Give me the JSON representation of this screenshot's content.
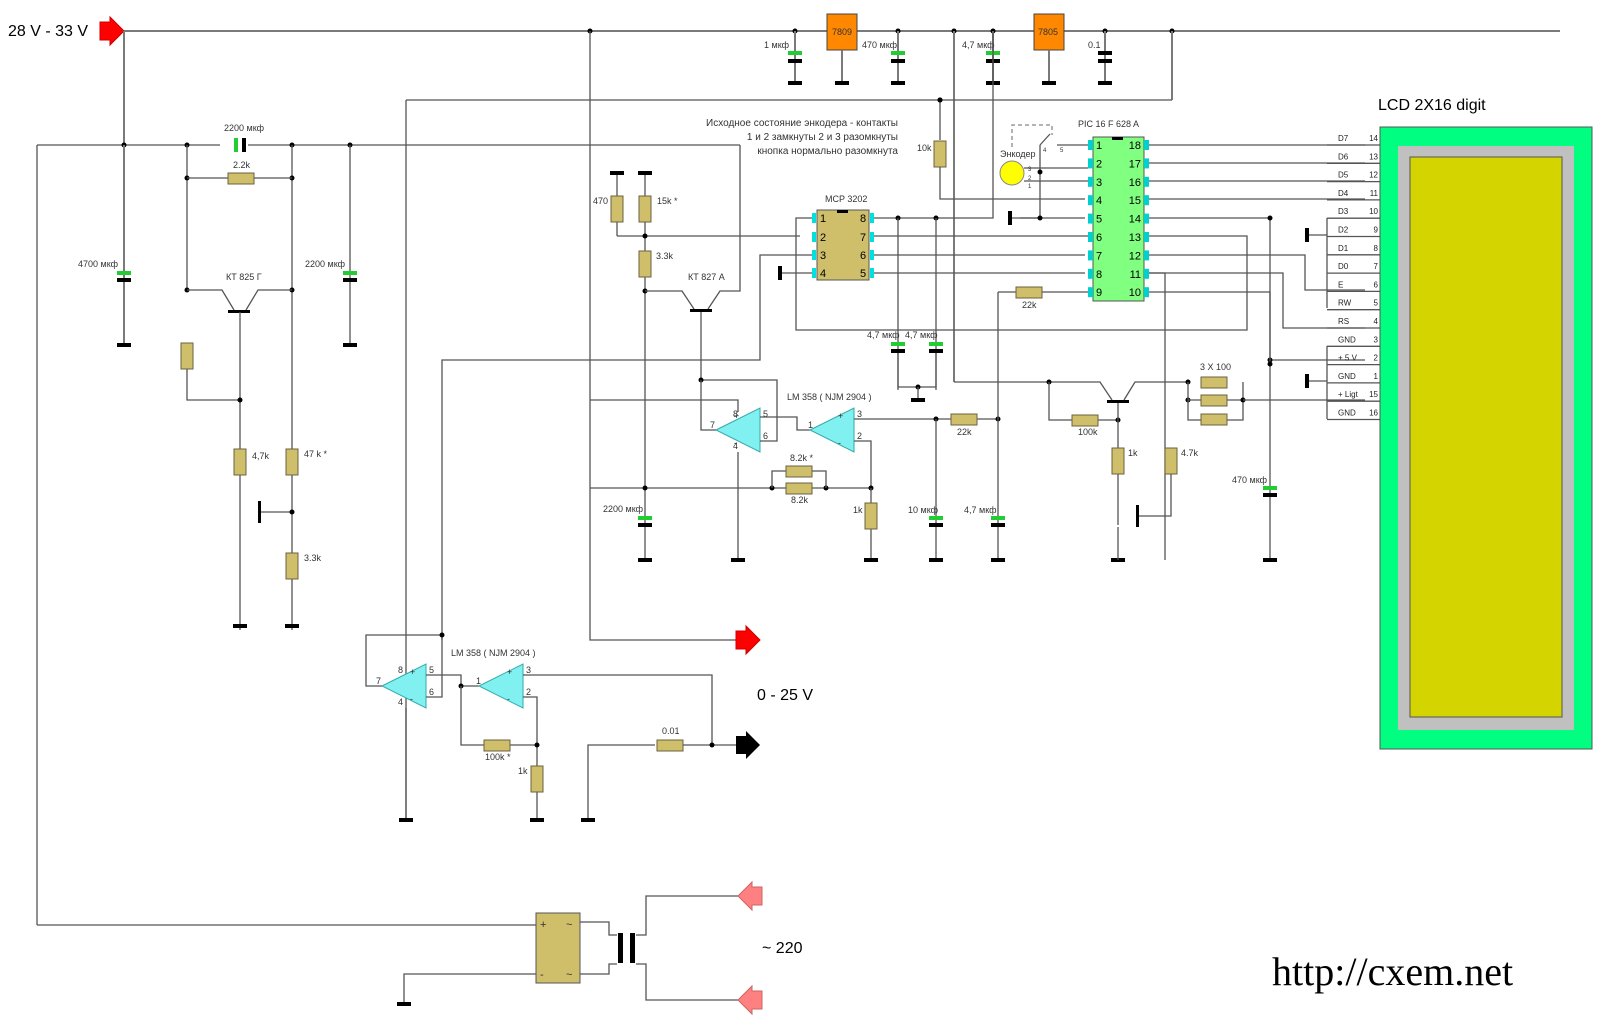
{
  "inputs": {
    "supply_label": "28 V - 33 V",
    "output_label": "0 - 25 V",
    "mains_label": "~ 220"
  },
  "regulators": [
    {
      "part": "7809"
    },
    {
      "part": "7805"
    }
  ],
  "caps_top": [
    "1 мкф",
    "470 мкф",
    "4,7 мкф",
    "0.1"
  ],
  "note": {
    "line1": "Исходное состояние энкодера - контакты",
    "line2": "1 и 2 замкнуты 2 и 3 разомкнуты",
    "line3": "кнопка нормально разомкнута"
  },
  "left_block": {
    "c_top": "2200 мкф",
    "r_top": "2.2k",
    "c_left": "4700 мкф",
    "c_right": "2200 мкф",
    "transistor": "КТ 825 Г",
    "r1": "4,7k",
    "r2": "47 k *",
    "r3": "3.3k"
  },
  "mid_block": {
    "r470": "470",
    "r15k": "15k *",
    "r33k": "3.3k",
    "transistor": "КТ 827 А",
    "adc": "MCP 3202",
    "adc_pins_left": [
      "1",
      "2",
      "3",
      "4"
    ],
    "adc_pins_right": [
      "8",
      "7",
      "6",
      "5"
    ],
    "r10k": "10k",
    "c47a": "4,7 мкф",
    "c47b": "4,7 мкф",
    "opamp_label": "LM 358  ( NJM 2904 )",
    "r82a": "8.2k *",
    "r82b": "8.2k",
    "c2200": "2200 мкф",
    "r1k": "1k",
    "r22k": "22k",
    "c10": "10 мкф",
    "c47c": "4,7 мкф",
    "opamp_pins": {
      "p8": "8",
      "p7": "7",
      "p4": "4",
      "p5": "5",
      "p6": "6",
      "p1": "1",
      "p3": "3",
      "p2": "2"
    }
  },
  "pic": {
    "label": "PIC 16 F 628 A",
    "pins_left": [
      "1",
      "2",
      "3",
      "4",
      "5",
      "6",
      "7",
      "8",
      "9"
    ],
    "pins_right": [
      "18",
      "17",
      "16",
      "15",
      "14",
      "13",
      "12",
      "11",
      "10"
    ],
    "r22k": "22k"
  },
  "encoder": {
    "label": "Энкодер",
    "pins": [
      "3",
      "2",
      "1",
      "4",
      "5"
    ]
  },
  "backlight": {
    "r100k": "100k",
    "r3x100": "3 X 100",
    "r1k": "1k",
    "r47k": "4.7k",
    "c470": "470 мкф"
  },
  "lcd": {
    "title": "LCD 2X16 digit",
    "pins": [
      {
        "name": "D7",
        "num": "14"
      },
      {
        "name": "D6",
        "num": "13"
      },
      {
        "name": "D5",
        "num": "12"
      },
      {
        "name": "D4",
        "num": "11"
      },
      {
        "name": "D3",
        "num": "10"
      },
      {
        "name": "D2",
        "num": "9"
      },
      {
        "name": "D1",
        "num": "8"
      },
      {
        "name": "D0",
        "num": "7"
      },
      {
        "name": "E",
        "num": "6"
      },
      {
        "name": "RW",
        "num": "5"
      },
      {
        "name": "RS",
        "num": "4"
      },
      {
        "name": "GND",
        "num": "3"
      },
      {
        "name": "+ 5 V",
        "num": "2"
      },
      {
        "name": "GND",
        "num": "1"
      },
      {
        "name": "+ Ligt",
        "num": "15"
      },
      {
        "name": "GND",
        "num": "16"
      }
    ]
  },
  "bottom_block": {
    "opamp_label": "LM 358  ( NJM 2904 )",
    "r100k": "100k *",
    "r1k": "1k",
    "shunt": "0.01",
    "opamp_pins": {
      "p8": "8",
      "p7": "7",
      "p4": "4",
      "p5": "5",
      "p6": "6",
      "p1": "1",
      "p3": "3",
      "p2": "2"
    },
    "bridge_plus": "+",
    "bridge_minus": "-",
    "bridge_ac": "~"
  },
  "watermark": "http://cxem.net",
  "colors": {
    "input_arrow": "#ff0000",
    "output_arrow": "#000000",
    "mains_arrow": "#ff8080",
    "regulator": "#ff8800",
    "pic": "#80ff80",
    "opamp": "#80f0f0",
    "lcd_frame": "#00ff80",
    "lcd_screen": "#d4d400",
    "resistor": "#cfbf6a"
  }
}
